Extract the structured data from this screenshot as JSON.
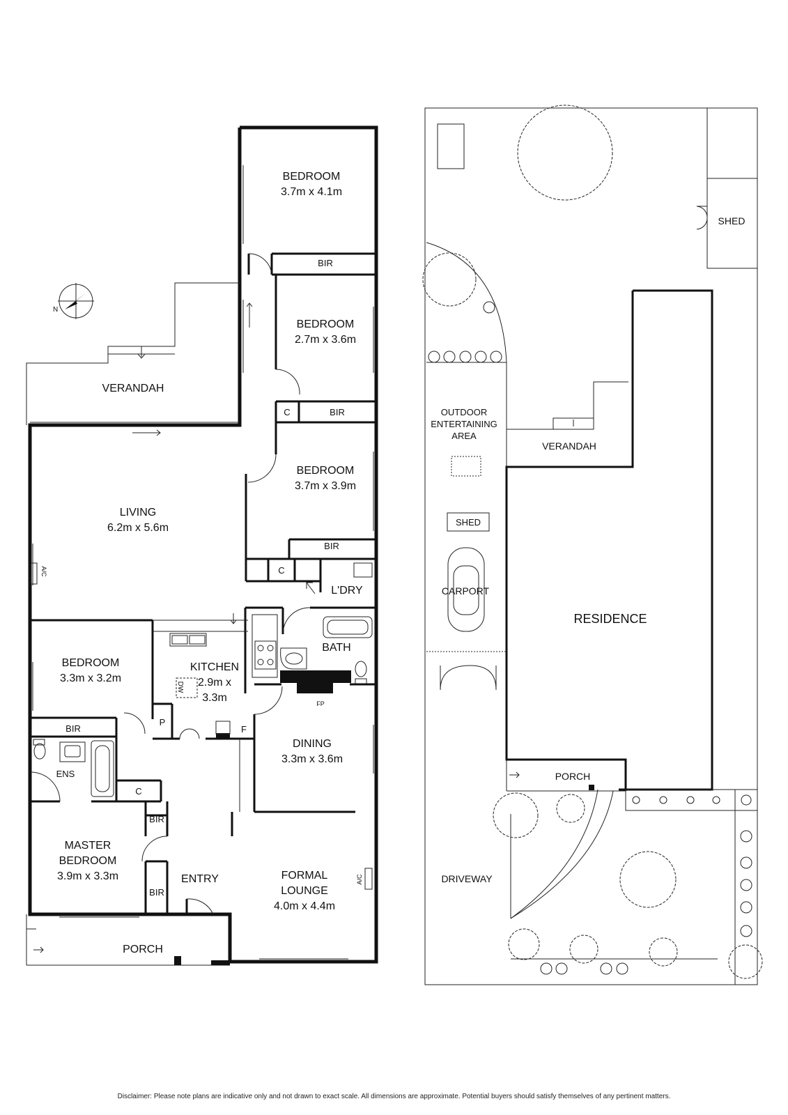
{
  "floor_plan": {
    "compass": {
      "north_label": "N"
    },
    "rooms": {
      "bedroom_top": {
        "name": "BEDROOM",
        "size": "3.7m x 4.1m"
      },
      "bir_top": {
        "name": "BIR"
      },
      "bedroom_2": {
        "name": "BEDROOM",
        "size": "2.7m x 3.6m"
      },
      "verandah": {
        "name": "VERANDAH"
      },
      "c_1": {
        "name": "C"
      },
      "bir_2": {
        "name": "BIR"
      },
      "bedroom_3": {
        "name": "BEDROOM",
        "size": "3.7m x 3.9m"
      },
      "living": {
        "name": "LIVING",
        "size": "6.2m x 5.6m"
      },
      "ac_living": {
        "name": "A/C"
      },
      "bir_3": {
        "name": "BIR"
      },
      "c_2": {
        "name": "C"
      },
      "laundry": {
        "name": "L'DRY"
      },
      "bath": {
        "name": "BATH"
      },
      "bedroom_4": {
        "name": "BEDROOM",
        "size": "3.3m x 3.2m"
      },
      "kitchen": {
        "name": "KITCHEN",
        "size_line1": "2.9m x",
        "size_line2": "3.3m"
      },
      "dw": {
        "name": "DW"
      },
      "fp": {
        "name": "FP"
      },
      "pantry": {
        "name": "P"
      },
      "fridge": {
        "name": "F"
      },
      "bir_4": {
        "name": "BIR"
      },
      "ens": {
        "name": "ENS"
      },
      "c_3": {
        "name": "C"
      },
      "dining": {
        "name": "DINING",
        "size": "3.3m x 3.6m"
      },
      "bir_5": {
        "name": "BIR"
      },
      "master": {
        "name_line1": "MASTER",
        "name_line2": "BEDROOM",
        "size": "3.9m x 3.3m"
      },
      "entry": {
        "name": "ENTRY"
      },
      "bir_6": {
        "name": "BIR"
      },
      "formal": {
        "name_line1": "FORMAL",
        "name_line2": "LOUNGE",
        "size": "4.0m x 4.4m"
      },
      "ac_formal": {
        "name": "A/C"
      },
      "porch": {
        "name": "PORCH"
      }
    }
  },
  "site_plan": {
    "shed_rear": "SHED",
    "outdoor_line1": "OUTDOOR",
    "outdoor_line2": "ENTERTAINING",
    "outdoor_line3": "AREA",
    "verandah": "VERANDAH",
    "shed_side": "SHED",
    "carport": "CARPORT",
    "residence": "RESIDENCE",
    "porch": "PORCH",
    "driveway": "DRIVEWAY"
  },
  "disclaimer": "Disclaimer: Please note plans are indicative only and not drawn to exact scale. All dimensions are approximate. Potential buyers should satisfy themselves of any pertinent matters."
}
